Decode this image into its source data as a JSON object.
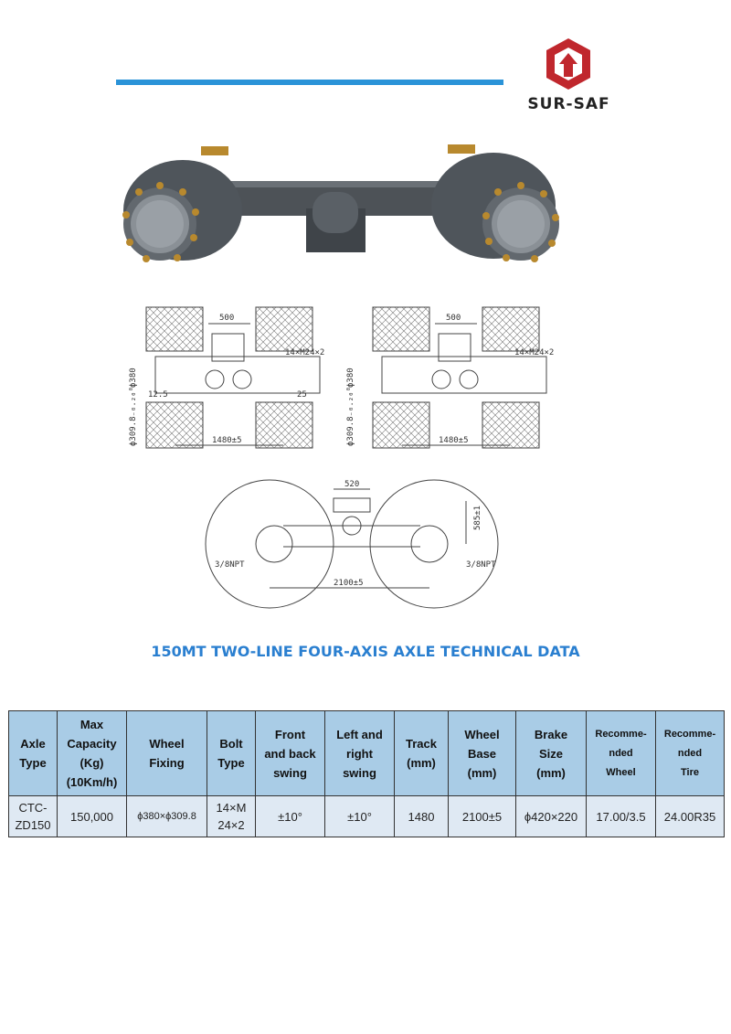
{
  "brand": {
    "name": "SUR-SAF",
    "logo_color": "#c0272d",
    "accent": "#2a93d8"
  },
  "drawings": {
    "left": {
      "width_top": "500",
      "bolt": "14×M24×2",
      "dia_a": "ϕ380",
      "dia_b": "ϕ309.8₋₀.₂₀⁰",
      "offset_a": "12.5",
      "offset_b": "25",
      "track": "1480±5"
    },
    "right": {
      "width_top": "500",
      "bolt": "14×M24×2",
      "dia_a": "ϕ380",
      "dia_b": "ϕ309.8₋₀.₂₀⁰",
      "track": "1480±5"
    },
    "side": {
      "width_top": "520",
      "height": "585±1",
      "port_left": "3/8NPT",
      "port_right": "3/8NPT",
      "wheelbase": "2100±5"
    }
  },
  "title": "150MT TWO-LINE FOUR-AXIS AXLE TECHNICAL DATA",
  "table": {
    "headers": [
      {
        "line1": "Axle",
        "line2": "Type"
      },
      {
        "line1": "Max",
        "line2": "Capacity",
        "line3": "(Kg)",
        "line4": "(10Km/h)"
      },
      {
        "line1": "Wheel",
        "line2": "Fixing"
      },
      {
        "line1": "Bolt",
        "line2": "Type"
      },
      {
        "line1": "Front",
        "line2": "and back",
        "line3": "swing"
      },
      {
        "line1": "Left and",
        "line2": "right",
        "line3": "swing"
      },
      {
        "line1": "Track",
        "line2": "(mm)"
      },
      {
        "line1": "Wheel",
        "line2": "Base",
        "line3": "(mm)"
      },
      {
        "line1": "Brake",
        "line2": "Size",
        "line3": "(mm)"
      },
      {
        "line1": "Recomme-",
        "line2": "nded",
        "line3": "Wheel"
      },
      {
        "line1": "Recomme-",
        "line2": "nded",
        "line3": "Tire"
      }
    ],
    "row": {
      "axle_type": {
        "line1": "CTC-",
        "line2": "ZD150"
      },
      "max_capacity": "150,000",
      "wheel_fixing": "ϕ380×ϕ309.8",
      "bolt_type": {
        "line1": "14×M",
        "line2": "24×2"
      },
      "front_back_swing": "±10°",
      "left_right_swing": "±10°",
      "track": "1480",
      "wheel_base": "2100±5",
      "brake_size": "ϕ420×220",
      "recommended_wheel": "17.00/3.5",
      "recommended_tire": "24.00R35"
    }
  }
}
